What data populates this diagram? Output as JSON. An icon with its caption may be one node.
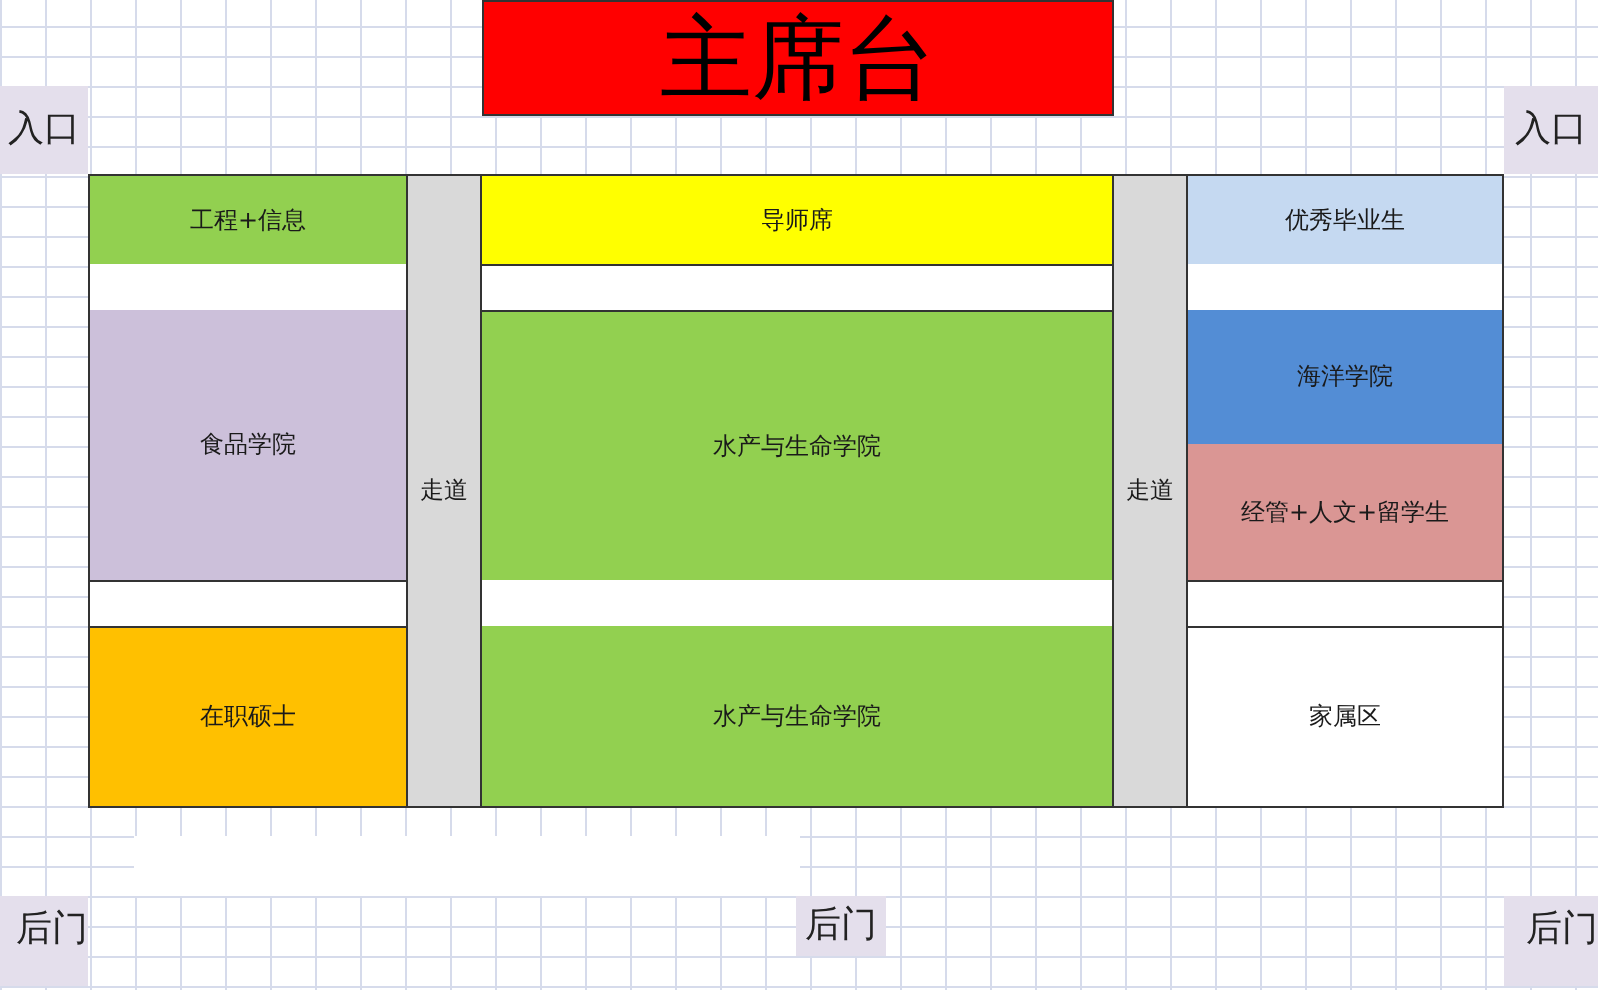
{
  "diagram": {
    "nodes": [
      {
        "text": [
          "主席台"
        ]
      },
      {
        "text": [
          "入口"
        ]
      },
      {
        "text": [
          "入口"
        ]
      },
      {
        "text": [
          "工程+信息"
        ]
      },
      {
        "text": [
          "走道"
        ]
      },
      {
        "text": [
          "导师席"
        ]
      },
      {
        "text": [
          "走道"
        ]
      },
      {
        "text": [
          "优秀毕业生"
        ]
      },
      {
        "text": [
          "食品学院"
        ]
      },
      {
        "text": [
          "水产与生命学院"
        ]
      },
      {
        "text": [
          "海洋学院"
        ]
      },
      {
        "text": [
          "经管+人文+留学生"
        ]
      },
      {
        "text": [
          "在职硕士"
        ]
      },
      {
        "text": [
          "水产与生命学院"
        ]
      },
      {
        "text": [
          "家属区"
        ]
      },
      {
        "text": [],
        "shape": "box"
      },
      {
        "text": [
          "后门"
        ]
      },
      {
        "text": [
          "后门"
        ]
      },
      {
        "text": [
          "后门"
        ]
      }
    ]
  }
}
